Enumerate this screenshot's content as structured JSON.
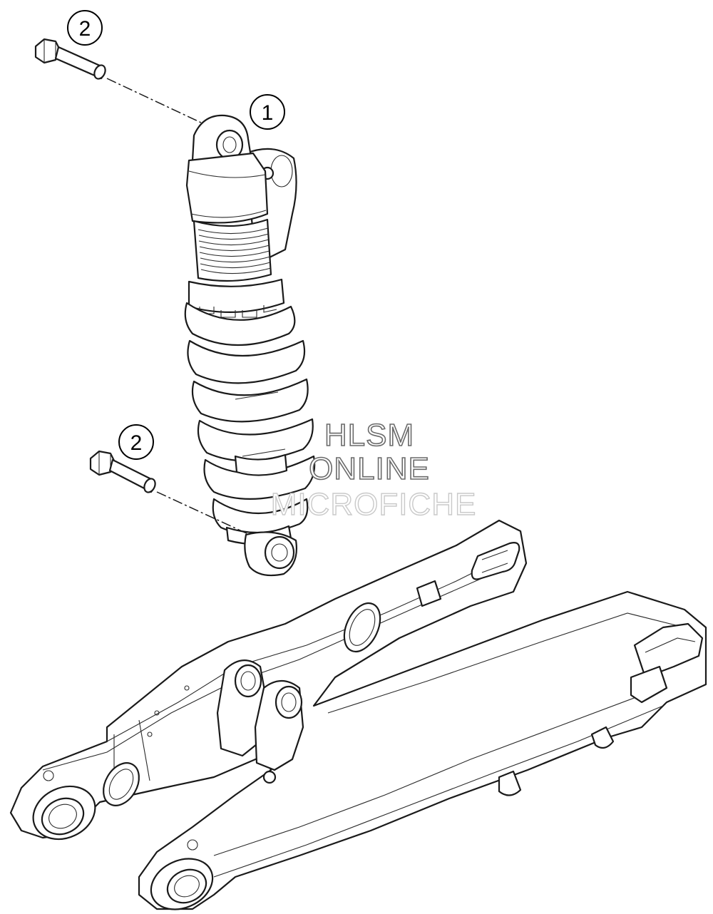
{
  "callouts": [
    {
      "id": "callout-bolt-upper",
      "number": "2"
    },
    {
      "id": "callout-shock",
      "number": "1"
    },
    {
      "id": "callout-bolt-lower",
      "number": "2"
    }
  ],
  "watermark": {
    "line1": "HLSM",
    "line2": "ONLINE",
    "line3": "MICROFICHE"
  },
  "parts": {
    "shock_absorber": "shock-absorber",
    "bolt_upper": "mounting-bolt",
    "bolt_lower": "mounting-bolt",
    "swingarm": "swingarm"
  }
}
